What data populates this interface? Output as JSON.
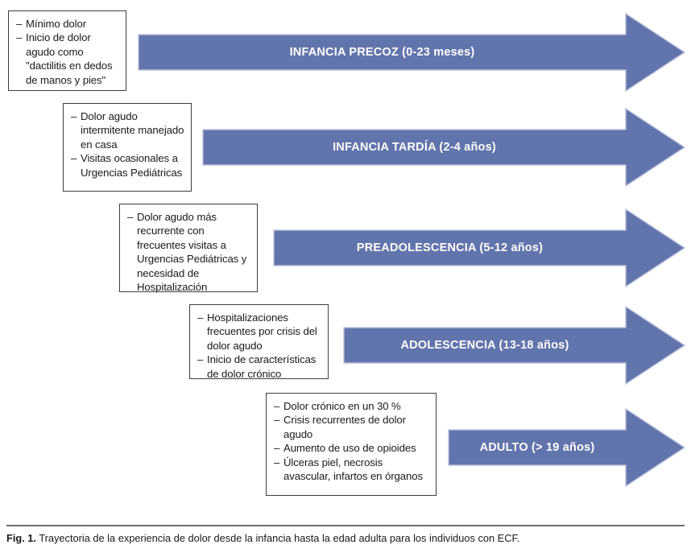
{
  "figure": {
    "caption_label": "Fig. 1.",
    "caption_text": "Trayectoria de la experiencia de dolor desde la infancia hasta la edad adulta para los individuos con ECF.",
    "arrow_color": "#6274AC",
    "arrow_edge_color": "#b9c0da",
    "box_border_color": "#3d3d3d",
    "text_color": "#1a1a1a",
    "arrow_label_color": "#ffffff"
  },
  "stages": [
    {
      "id": "infancia-precoz",
      "label": "INFANCIA PRECOZ (0-23 meses)",
      "bullets": [
        "Mínimo dolor",
        "Inicio de dolor agudo como \"dactilitis en dedos de manos y pies\""
      ]
    },
    {
      "id": "infancia-tardia",
      "label": "INFANCIA TARDÍA (2-4 años)",
      "bullets": [
        "Dolor agudo intermitente manejado en casa",
        "Visitas ocasionales a Urgencias Pediátricas"
      ]
    },
    {
      "id": "preadolescencia",
      "label": "PREADOLESCENCIA (5-12 años)",
      "bullets": [
        "Dolor agudo más recurrente con frecuentes visitas a Urgencias Pediátricas y necesidad de Hospitalización"
      ]
    },
    {
      "id": "adolescencia",
      "label": "ADOLESCENCIA (13-18 años)",
      "bullets": [
        "Hospitalizaciones frecuentes por crisis del dolor agudo",
        "Inicio de características de dolor crónico"
      ]
    },
    {
      "id": "adulto",
      "label": "ADULTO (> 19 años)",
      "bullets": [
        "Dolor crónico en un 30 %",
        "Crisis recurrentes de dolor agudo",
        "Aumento de uso de opioides",
        "Úlceras piel, necrosis avascular, infartos en órganos"
      ]
    }
  ]
}
